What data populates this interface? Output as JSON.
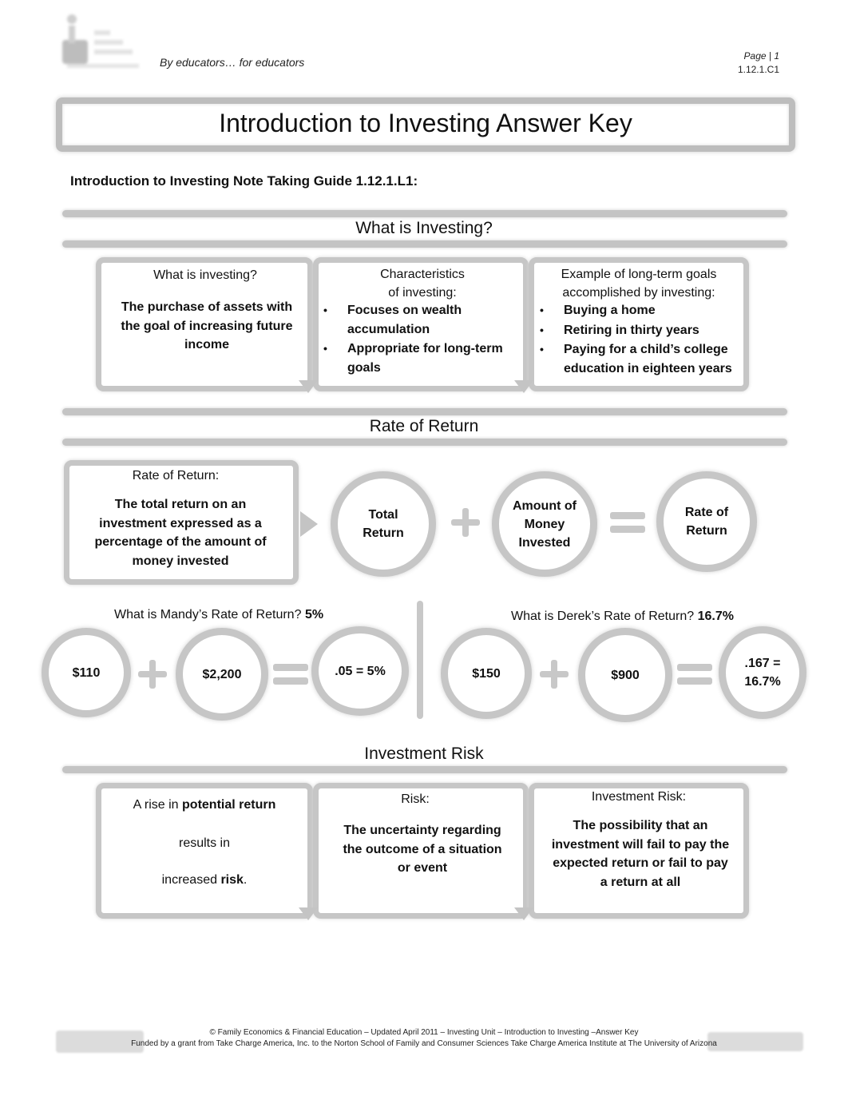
{
  "header": {
    "tagline": "By educators… for educators",
    "page": "Page | 1",
    "code": "1.12.1.C1"
  },
  "title": "Introduction to Investing Answer Key",
  "subheading": "Introduction to Investing Note Taking Guide 1.12.1.L1:",
  "investing": {
    "heading": "What is Investing?",
    "box1": {
      "label": "What is investing?",
      "answer": "The purchase of assets with the goal of increasing future income"
    },
    "box2": {
      "label_line1": "Characteristics",
      "label_line2": "of investing:",
      "items": [
        "Focuses on wealth accumulation",
        "Appropriate for long-term goals"
      ]
    },
    "box3": {
      "label_line1": "Example of long-term goals",
      "label_line2": "accomplished by investing:",
      "items": [
        "Buying a home",
        "Retiring in thirty years",
        "Paying for a child’s college education in eighteen years"
      ]
    }
  },
  "rate": {
    "heading": "Rate of Return",
    "box": {
      "label": "Rate of Return:",
      "answer": "The total return on an investment expressed as a percentage of the amount of money invested"
    },
    "formula": {
      "c1": "Total Return",
      "c2": "Amount of Money Invested",
      "c3": "Rate of Return"
    },
    "mandy": {
      "question": "What is Mandy’s Rate of Return?",
      "answer": "5%",
      "a": "$110",
      "b": "$2,200",
      "result": ".05 = 5%"
    },
    "derek": {
      "question": "What is Derek’s Rate of Return?",
      "answer": "16.7%",
      "a": "$150",
      "b": "$900",
      "result_line1": ".167 =",
      "result_line2": "16.7%"
    }
  },
  "risk": {
    "heading": "Investment Risk",
    "box1": {
      "l1_pre": "A rise in",
      "l1_bold": "potential return",
      "l2": "results in",
      "l3_pre": "increased",
      "l3_bold": "risk",
      "l3_post": "."
    },
    "box2": {
      "label": "Risk:",
      "answer": "The uncertainty regarding the outcome of a situation or event"
    },
    "box3": {
      "label": "Investment Risk:",
      "answer": "The possibility that an investment will fail to pay the expected return or fail to pay a return at all"
    }
  },
  "footer": {
    "line1": "© Family Economics & Financial Education – Updated April 2011 – Investing Unit – Introduction to Investing –Answer Key",
    "line2": "Funded by a grant from Take Charge America, Inc. to the Norton School of Family and Consumer Sciences Take Charge America Institute at The University of Arizona"
  }
}
